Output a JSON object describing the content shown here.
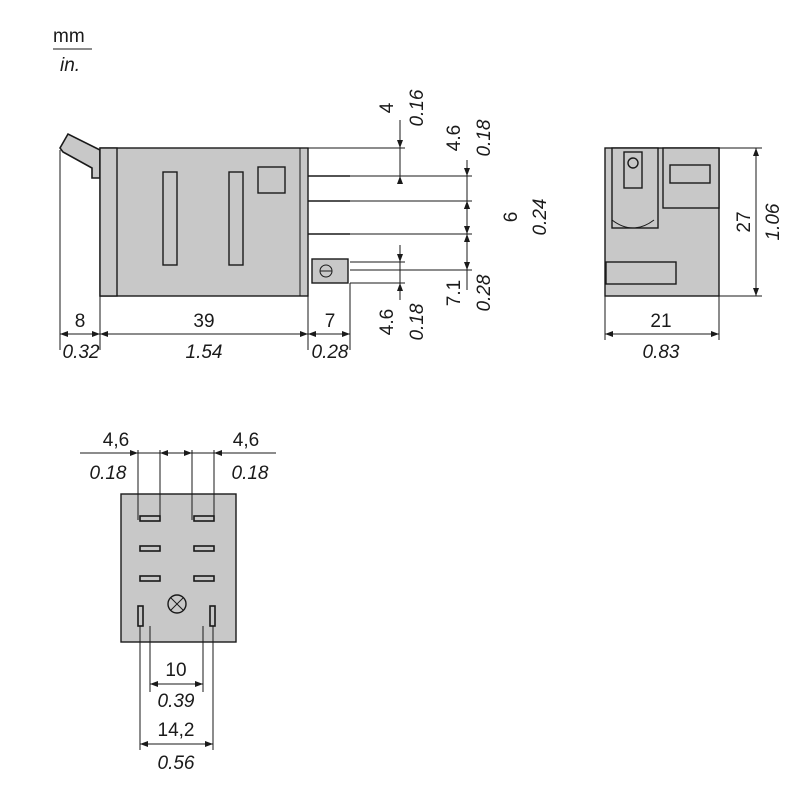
{
  "units": {
    "primary": "mm",
    "secondary": "in."
  },
  "side_view": {
    "widths": [
      {
        "mm": "8",
        "in": "0.32"
      },
      {
        "mm": "39",
        "in": "1.54"
      },
      {
        "mm": "7",
        "in": "0.28"
      }
    ],
    "pin_spacing": [
      {
        "mm": "4",
        "in": "0.16"
      },
      {
        "mm": "4.6",
        "in": "0.18"
      },
      {
        "mm": "6",
        "in": "0.24"
      },
      {
        "mm": "7.1",
        "in": "0.28"
      },
      {
        "mm": "4.6",
        "in": "0.18"
      }
    ]
  },
  "end_view": {
    "width": {
      "mm": "21",
      "in": "0.83"
    },
    "height": {
      "mm": "27",
      "in": "1.06"
    }
  },
  "bottom_view": {
    "top_left": {
      "mm": "4,6",
      "in": "0.18"
    },
    "top_right": {
      "mm": "4,6",
      "in": "0.18"
    },
    "inner": {
      "mm": "10",
      "in": "0.39"
    },
    "outer": {
      "mm": "14,2",
      "in": "0.56"
    }
  }
}
